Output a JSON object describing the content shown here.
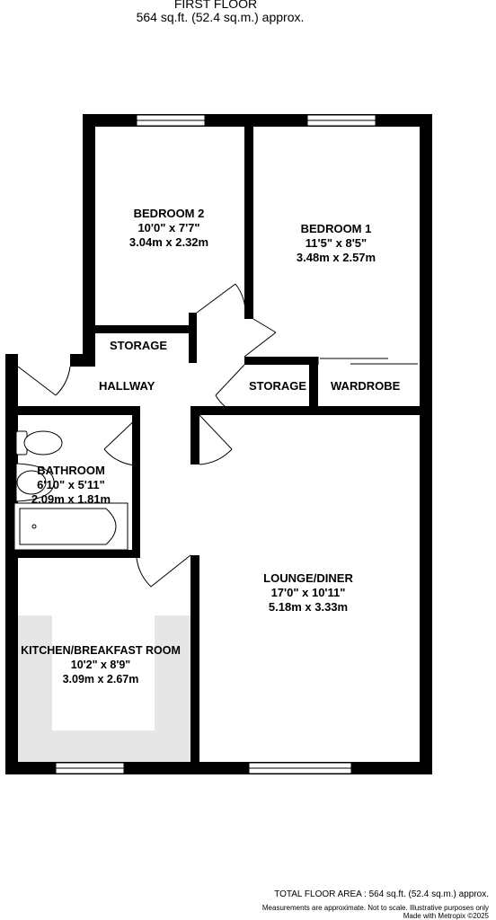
{
  "header": {
    "floor": "FIRST FLOOR",
    "area": "564 sq.ft. (52.4 sq.m.) approx."
  },
  "rooms": {
    "bedroom2": {
      "name": "BEDROOM 2",
      "imperial": "10'0\"  x 7'7\"",
      "metric": "3.04m  x 2.32m"
    },
    "bedroom1": {
      "name": "BEDROOM 1",
      "imperial": "11'5\"  x 8'5\"",
      "metric": "3.48m  x 2.57m"
    },
    "bathroom": {
      "name": "BATHROOM",
      "imperial": "6'10\"  x 5'11\"",
      "metric": "2.09m  x 1.81m"
    },
    "lounge": {
      "name": "LOUNGE/DINER",
      "imperial": "17'0\"  x 10'11\"",
      "metric": "5.18m  x 3.33m"
    },
    "kitchen": {
      "name": "KITCHEN/BREAKFAST ROOM",
      "imperial": "10'2\"  x 8'9\"",
      "metric": "3.09m  x 2.67m"
    }
  },
  "labels": {
    "storage_upper": "STORAGE",
    "hallway": "HALLWAY",
    "storage_right": "STORAGE",
    "wardrobe": "WARDROBE"
  },
  "footer": {
    "total": "TOTAL FLOOR AREA : 564 sq.ft. (52.4 sq.m.) approx.",
    "note": "Measurements are approximate.  Not to scale.  Illustrative purposes only",
    "credit": "Made with Metropix ©2025"
  }
}
